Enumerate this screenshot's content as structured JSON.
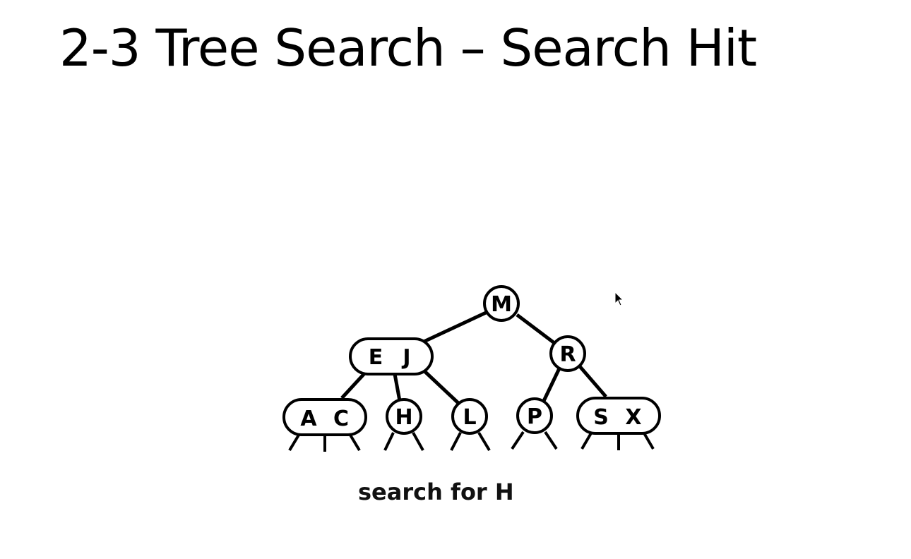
{
  "slide": {
    "title": "2-3 Tree Search – Search Hit",
    "caption": "search for H"
  },
  "tree": {
    "root": {
      "id": "n-m",
      "keys": [
        "M"
      ]
    },
    "level1": [
      {
        "id": "n-ej",
        "keys": [
          "E",
          "J"
        ]
      },
      {
        "id": "n-r",
        "keys": [
          "R"
        ]
      }
    ],
    "level2": [
      {
        "id": "n-ac",
        "keys": [
          "A",
          "C"
        ]
      },
      {
        "id": "n-h",
        "keys": [
          "H"
        ]
      },
      {
        "id": "n-l",
        "keys": [
          "L"
        ]
      },
      {
        "id": "n-p",
        "keys": [
          "P"
        ]
      },
      {
        "id": "n-sx",
        "keys": [
          "S",
          "X"
        ]
      }
    ]
  },
  "cursor_icon": "mouse-pointer-icon"
}
